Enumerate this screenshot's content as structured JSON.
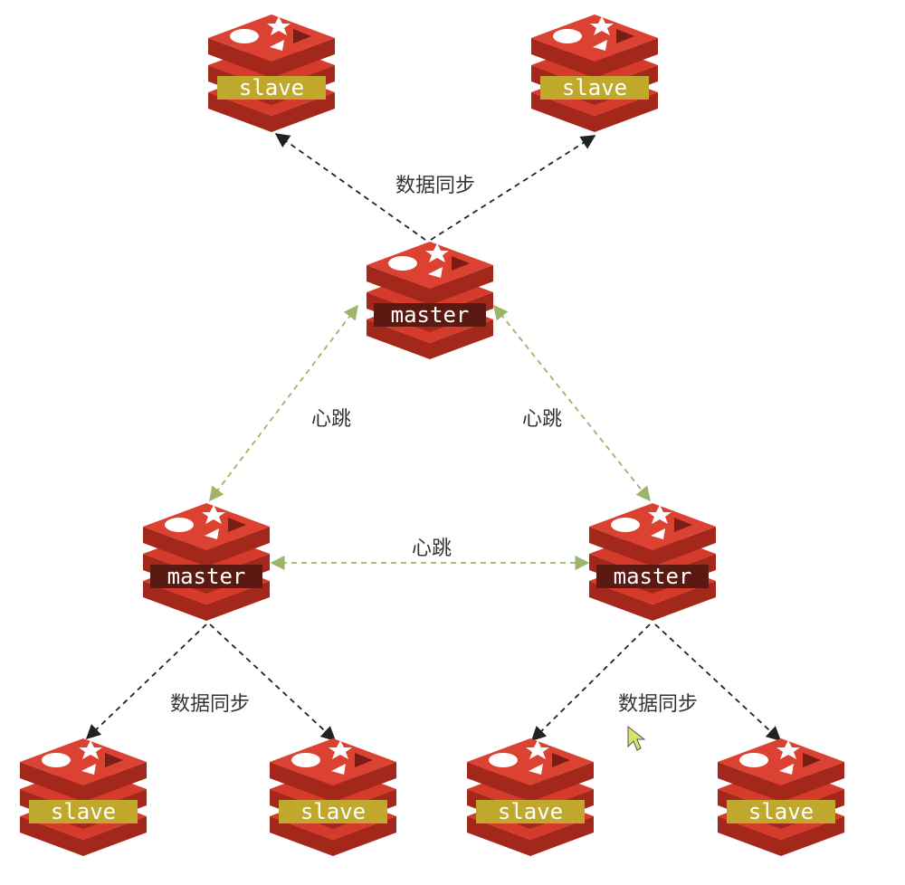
{
  "labels": {
    "master": "master",
    "slave": "slave",
    "sync": "数据同步",
    "heartbeat": "心跳"
  },
  "colors": {
    "logo_red": "#d63a2a",
    "logo_dark": "#a3271b",
    "master_tag": "#5a1a12",
    "slave_tag": "#bfa82b",
    "sync_arrow": "#222222",
    "heartbeat_arrow": "#9bb56a"
  },
  "nodes": [
    {
      "id": "top-master",
      "role": "master"
    },
    {
      "id": "top-slave-left",
      "role": "slave"
    },
    {
      "id": "top-slave-right",
      "role": "slave"
    },
    {
      "id": "left-master",
      "role": "master"
    },
    {
      "id": "right-master",
      "role": "master"
    },
    {
      "id": "left-slave-1",
      "role": "slave"
    },
    {
      "id": "left-slave-2",
      "role": "slave"
    },
    {
      "id": "right-slave-1",
      "role": "slave"
    },
    {
      "id": "right-slave-2",
      "role": "slave"
    }
  ],
  "edges": [
    {
      "from": "top-master",
      "to": "top-slave-left",
      "type": "data-sync"
    },
    {
      "from": "top-master",
      "to": "top-slave-right",
      "type": "data-sync"
    },
    {
      "from": "top-master",
      "to": "left-master",
      "type": "heartbeat"
    },
    {
      "from": "top-master",
      "to": "right-master",
      "type": "heartbeat"
    },
    {
      "from": "left-master",
      "to": "right-master",
      "type": "heartbeat"
    },
    {
      "from": "left-master",
      "to": "left-slave-1",
      "type": "data-sync"
    },
    {
      "from": "left-master",
      "to": "left-slave-2",
      "type": "data-sync"
    },
    {
      "from": "right-master",
      "to": "right-slave-1",
      "type": "data-sync"
    },
    {
      "from": "right-master",
      "to": "right-slave-2",
      "type": "data-sync"
    }
  ]
}
